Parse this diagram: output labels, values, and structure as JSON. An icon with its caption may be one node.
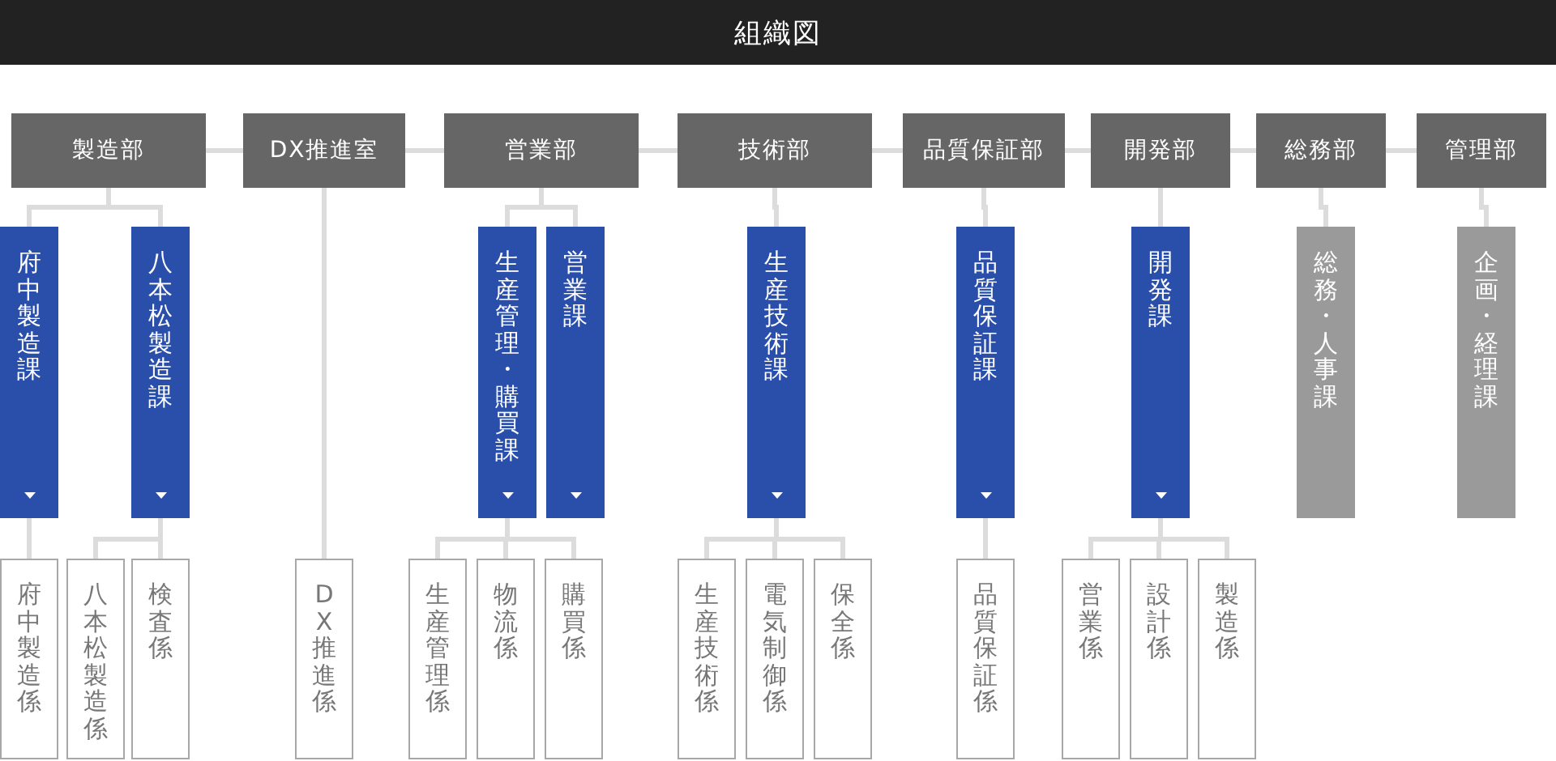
{
  "diagram": {
    "title": "組織図",
    "nodes": [
      {
        "text": [
          "製造部"
        ]
      },
      {
        "text": [
          "DX推進室"
        ]
      },
      {
        "text": [
          "営業部"
        ]
      },
      {
        "text": [
          "技術部"
        ]
      },
      {
        "text": [
          "品質保証部"
        ]
      },
      {
        "text": [
          "開発部"
        ]
      },
      {
        "text": [
          "総務部"
        ]
      },
      {
        "text": [
          "管理部"
        ]
      },
      {
        "text": [
          "府中製造課"
        ]
      },
      {
        "text": [
          "八本松製造課"
        ]
      },
      {
        "text": [
          "生産管理・購買課"
        ]
      },
      {
        "text": [
          "営業課"
        ]
      },
      {
        "text": [
          "生産技術課"
        ]
      },
      {
        "text": [
          "品質保証課"
        ]
      },
      {
        "text": [
          "開発課"
        ]
      },
      {
        "text": [
          "総務・人事課"
        ]
      },
      {
        "text": [
          "企画・経理課"
        ]
      },
      {
        "text": [
          "府中製造係"
        ]
      },
      {
        "text": [
          "八本松製造係"
        ]
      },
      {
        "text": [
          "検査係"
        ]
      },
      {
        "text": [
          "DX推進係"
        ]
      },
      {
        "text": [
          "生産管理係"
        ]
      },
      {
        "text": [
          "物流係"
        ]
      },
      {
        "text": [
          "購買係"
        ]
      },
      {
        "text": [
          "生産技術係"
        ]
      },
      {
        "text": [
          "電気制御係"
        ]
      },
      {
        "text": [
          "保全係"
        ]
      },
      {
        "text": [
          "品質保証係"
        ]
      },
      {
        "text": [
          "営業係"
        ]
      },
      {
        "text": [
          "設計係"
        ]
      },
      {
        "text": [
          "製造係"
        ]
      }
    ],
    "edges": [
      {
        "from": 0,
        "to": 1,
        "arrow": "none"
      },
      {
        "from": 1,
        "to": 2,
        "arrow": "none"
      },
      {
        "from": 2,
        "to": 3,
        "arrow": "none"
      },
      {
        "from": 3,
        "to": 4,
        "arrow": "none"
      },
      {
        "from": 4,
        "to": 5,
        "arrow": "none"
      },
      {
        "from": 5,
        "to": 6,
        "arrow": "none"
      },
      {
        "from": 6,
        "to": 7,
        "arrow": "none"
      },
      {
        "from": 0,
        "to": 8,
        "arrow": "none"
      },
      {
        "from": 0,
        "to": 9,
        "arrow": "none"
      },
      {
        "from": 1,
        "to": 20,
        "arrow": "none"
      },
      {
        "from": 2,
        "to": 10,
        "arrow": "none"
      },
      {
        "from": 2,
        "to": 11,
        "arrow": "none"
      },
      {
        "from": 3,
        "to": 12,
        "arrow": "none"
      },
      {
        "from": 4,
        "to": 13,
        "arrow": "none"
      },
      {
        "from": 5,
        "to": 14,
        "arrow": "none"
      },
      {
        "from": 6,
        "to": 15,
        "arrow": "none"
      },
      {
        "from": 7,
        "to": 16,
        "arrow": "none"
      },
      {
        "from": 8,
        "to": 17,
        "arrow": "none"
      },
      {
        "from": 9,
        "to": 18,
        "arrow": "none"
      },
      {
        "from": 9,
        "to": 19,
        "arrow": "none"
      },
      {
        "from": 10,
        "to": 21,
        "arrow": "none"
      },
      {
        "from": 10,
        "to": 22,
        "arrow": "none"
      },
      {
        "from": 10,
        "to": 23,
        "arrow": "none"
      },
      {
        "from": 12,
        "to": 24,
        "arrow": "none"
      },
      {
        "from": 12,
        "to": 25,
        "arrow": "none"
      },
      {
        "from": 12,
        "to": 26,
        "arrow": "none"
      },
      {
        "from": 13,
        "to": 27,
        "arrow": "none"
      },
      {
        "from": 14,
        "to": 28,
        "arrow": "none"
      },
      {
        "from": 14,
        "to": 29,
        "arrow": "none"
      },
      {
        "from": 14,
        "to": 30,
        "arrow": "none"
      }
    ]
  }
}
